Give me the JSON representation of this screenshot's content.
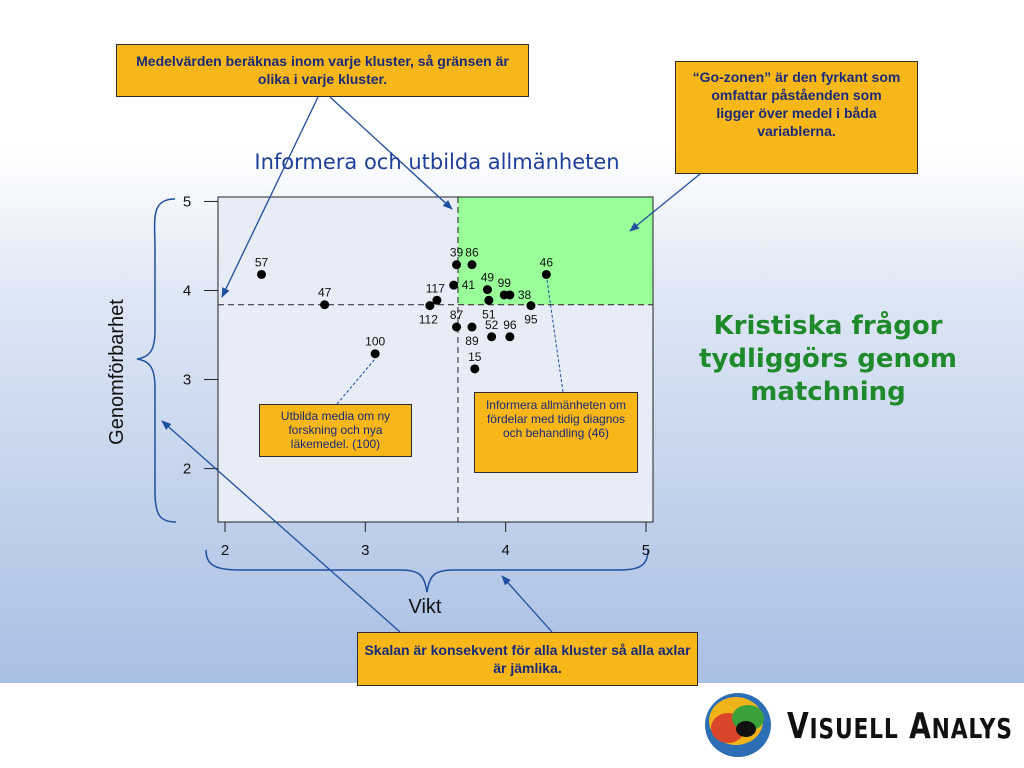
{
  "callouts": {
    "top": "Medelvärden beräknas inom varje kluster, så gränsen är olika i varje kluster.",
    "go_zone": "“Go-zonen” är den fyrkant som omfattar påståenden som ligger över medel i båda variablerna.",
    "bottom": "Skalan är konsekvent för alla kluster så alla axlar är jämlika."
  },
  "notes": {
    "media": "Utbilda media om ny forskning och nya läkemedel. (100)",
    "public": "Informera allmänheten om fördelar med tidig diagnos och behandling (46)"
  },
  "side_heading": "Kristiska frågor tydliggörs genom matchning",
  "logo": {
    "words": [
      {
        "initial": "V",
        "rest": "ISUELL"
      },
      {
        "initial": "A",
        "rest": "NALYS"
      }
    ],
    "colors": [
      "#2c6fb5",
      "#f0b419",
      "#d9462a",
      "#3aa03b",
      "#111111"
    ]
  },
  "chart_data": {
    "type": "scatter",
    "title": "Informera och utbilda allmänheten",
    "xlabel": "Vikt",
    "ylabel": "Genomförbarhet",
    "xlim": [
      1.95,
      5.05
    ],
    "ylim": [
      1.4,
      5.05
    ],
    "x_ticks": [
      2,
      3,
      4,
      5
    ],
    "y_ticks": [
      2,
      3,
      4,
      5
    ],
    "x_tick_labels": [
      "2",
      "3",
      "4",
      "5"
    ],
    "y_tick_labels": [
      "2",
      "3",
      "4",
      "5"
    ],
    "x_mean": 3.66,
    "y_mean": 3.84,
    "go_zone_color": "#99ff99",
    "point_color": "#000000",
    "grid": false,
    "points": [
      {
        "label": "57",
        "x": 2.26,
        "y": 4.18,
        "ha": "middle",
        "va": "above"
      },
      {
        "label": "47",
        "x": 2.71,
        "y": 3.84,
        "ha": "middle",
        "va": "above"
      },
      {
        "label": "100",
        "x": 3.07,
        "y": 3.29,
        "ha": "middle",
        "va": "above"
      },
      {
        "label": "117",
        "x": 3.51,
        "y": 3.89,
        "ha": "end",
        "va": "above"
      },
      {
        "label": "112",
        "x": 3.46,
        "y": 3.83,
        "ha": "end",
        "va": "below"
      },
      {
        "label": "41",
        "x": 3.63,
        "y": 4.06,
        "ha": "start",
        "va": "center"
      },
      {
        "label": "39",
        "x": 3.65,
        "y": 4.29,
        "ha": "middle",
        "va": "above"
      },
      {
        "label": "86",
        "x": 3.76,
        "y": 4.29,
        "ha": "middle",
        "va": "above"
      },
      {
        "label": "87",
        "x": 3.65,
        "y": 3.59,
        "ha": "middle",
        "va": "above"
      },
      {
        "label": "89",
        "x": 3.76,
        "y": 3.59,
        "ha": "middle",
        "va": "below"
      },
      {
        "label": "49",
        "x": 3.87,
        "y": 4.01,
        "ha": "middle",
        "va": "above"
      },
      {
        "label": "51",
        "x": 3.88,
        "y": 3.89,
        "ha": "middle",
        "va": "below"
      },
      {
        "label": "99",
        "x": 3.99,
        "y": 3.95,
        "ha": "middle",
        "va": "above"
      },
      {
        "label": "38",
        "x": 4.03,
        "y": 3.95,
        "ha": "start",
        "va": "center"
      },
      {
        "label": "52",
        "x": 3.9,
        "y": 3.48,
        "ha": "middle",
        "va": "above"
      },
      {
        "label": "96",
        "x": 4.03,
        "y": 3.48,
        "ha": "middle",
        "va": "above"
      },
      {
        "label": "95",
        "x": 4.18,
        "y": 3.83,
        "ha": "middle",
        "va": "below"
      },
      {
        "label": "15",
        "x": 3.78,
        "y": 3.12,
        "ha": "middle",
        "va": "above"
      },
      {
        "label": "46",
        "x": 4.29,
        "y": 4.18,
        "ha": "middle",
        "va": "above"
      }
    ]
  }
}
